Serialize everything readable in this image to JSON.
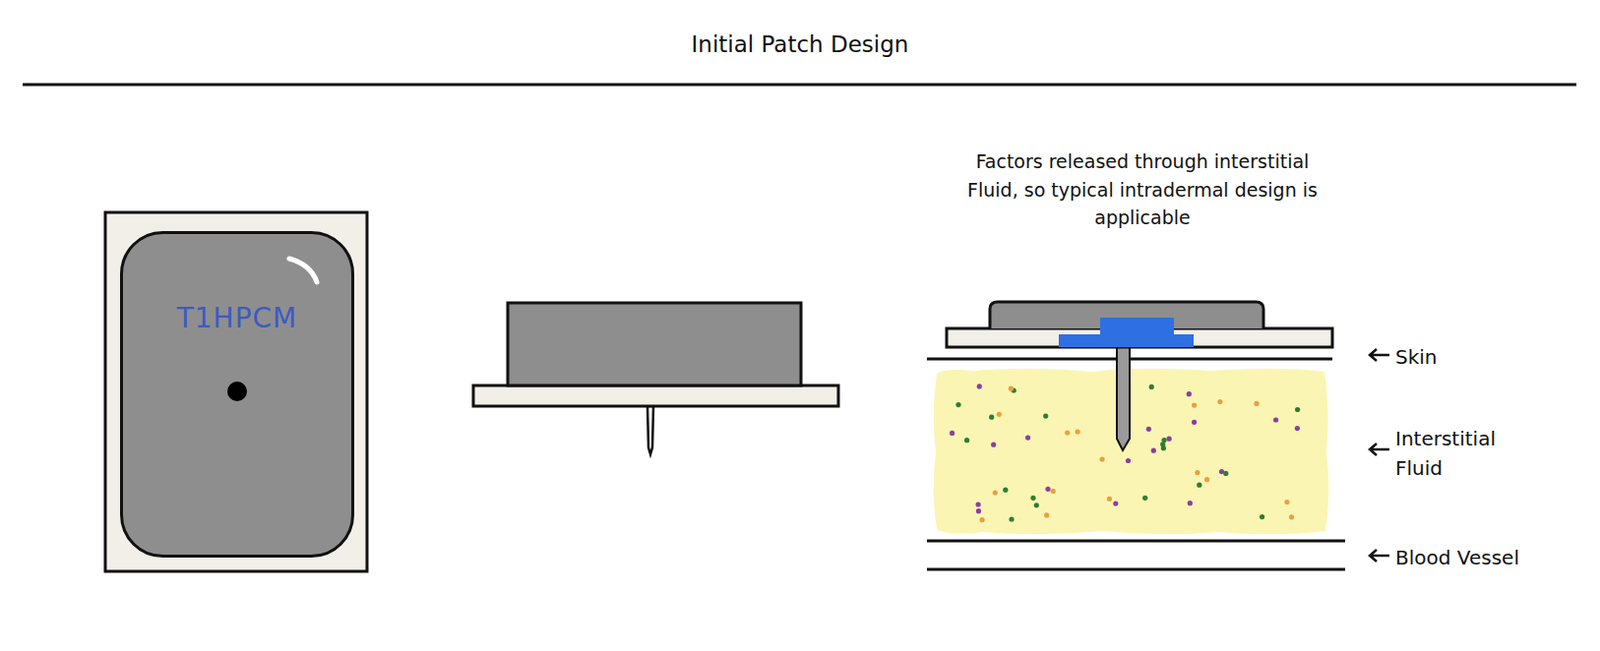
{
  "diagram": {
    "title": "Initial Patch Design",
    "nodes": [
      {
        "text": [
          "T1HPCM"
        ]
      }
    ],
    "labels": [
      "Factors released through interstitial Fluid, so typical intradermal design is applicable",
      "Skin",
      "Interstitial Fluid",
      "Blood Vessel"
    ]
  }
}
